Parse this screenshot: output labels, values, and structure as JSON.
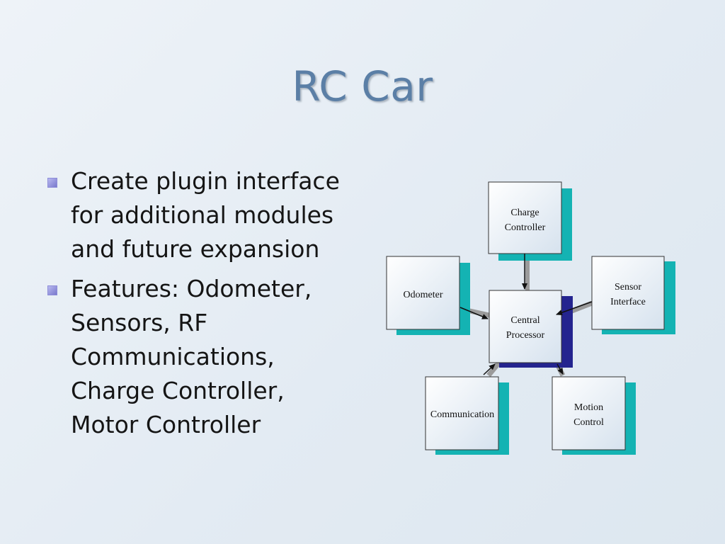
{
  "slide": {
    "title": "RC Car"
  },
  "bullets": [
    {
      "text": "Create plugin interface for additional modules and future expansion"
    },
    {
      "text": "Features: Odometer, Sensors, RF Communications, Charge Controller, Motor Controller"
    }
  ],
  "diagram": {
    "nodes": {
      "charge_controller": {
        "line1": "Charge",
        "line2": "Controller"
      },
      "odometer": {
        "line1": "Odometer"
      },
      "sensor_interface": {
        "line1": "Sensor",
        "line2": "Interface"
      },
      "central_processor": {
        "line1": "Central",
        "line2": "Processor"
      },
      "communication": {
        "line1": "Communication"
      },
      "motion_control": {
        "line1": "Motion",
        "line2": "Control"
      }
    },
    "colors": {
      "node_shadow": "#14b3b3",
      "central_shadow": "#24248f",
      "node_fill_top": "#ffffff",
      "node_fill_bottom": "#d6e2ee",
      "connector": "#9b9b9b",
      "arrow": "#111111"
    }
  }
}
